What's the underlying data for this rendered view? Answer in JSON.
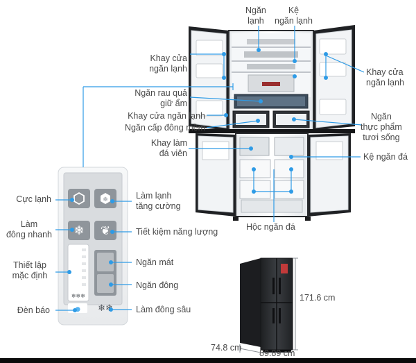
{
  "fridge_labels": {
    "ngan_lanh": "Ngăn\nlạnh",
    "ke_ngan_lanh": "Kệ\nngăn lạnh",
    "khay_cua_left": "Khay cửa\nngăn lạnh",
    "khay_cua_right": "Khay cửa\nngăn lạnh",
    "ngan_rau_qua": "Ngăn rau quả\ngiữ ẩm",
    "khay_cua_ngan_lanh": "Khay cửa ngăn lạnh",
    "ngan_cap_dong": "Ngăn cấp đông mềm",
    "ngan_thuc_pham": "Ngăn\nthực phẩm\ntươi sống",
    "khay_lam_da": "Khay làm\nđá viên",
    "ke_ngan_da": "Kệ ngăn đá",
    "hoc_ngan_da": "Hộc ngăn đá"
  },
  "panel_labels": {
    "cuc_lanh": "Cực lạnh",
    "lam_dong_nhanh": "Làm\nđông nhanh",
    "thiet_lap": "Thiết lập\nmặc định",
    "den_bao": "Đèn báo",
    "lam_lanh_tang_cuong": "Làm lạnh\ntăng cường",
    "tiet_kiem": "Tiết kiệm năng lượng",
    "ngan_mat": "Ngăn mát",
    "ngan_dong": "Ngăn đông",
    "lam_dong_sau": "Làm đông sâu"
  },
  "dimensions": {
    "height": "171.6 cm",
    "depth": "74.8 cm",
    "width": "89.89 cm"
  },
  "colors": {
    "accent_blue": "#2e9be6",
    "fridge_dark": "#2b2d30",
    "label_gray": "#4a4a4a"
  }
}
